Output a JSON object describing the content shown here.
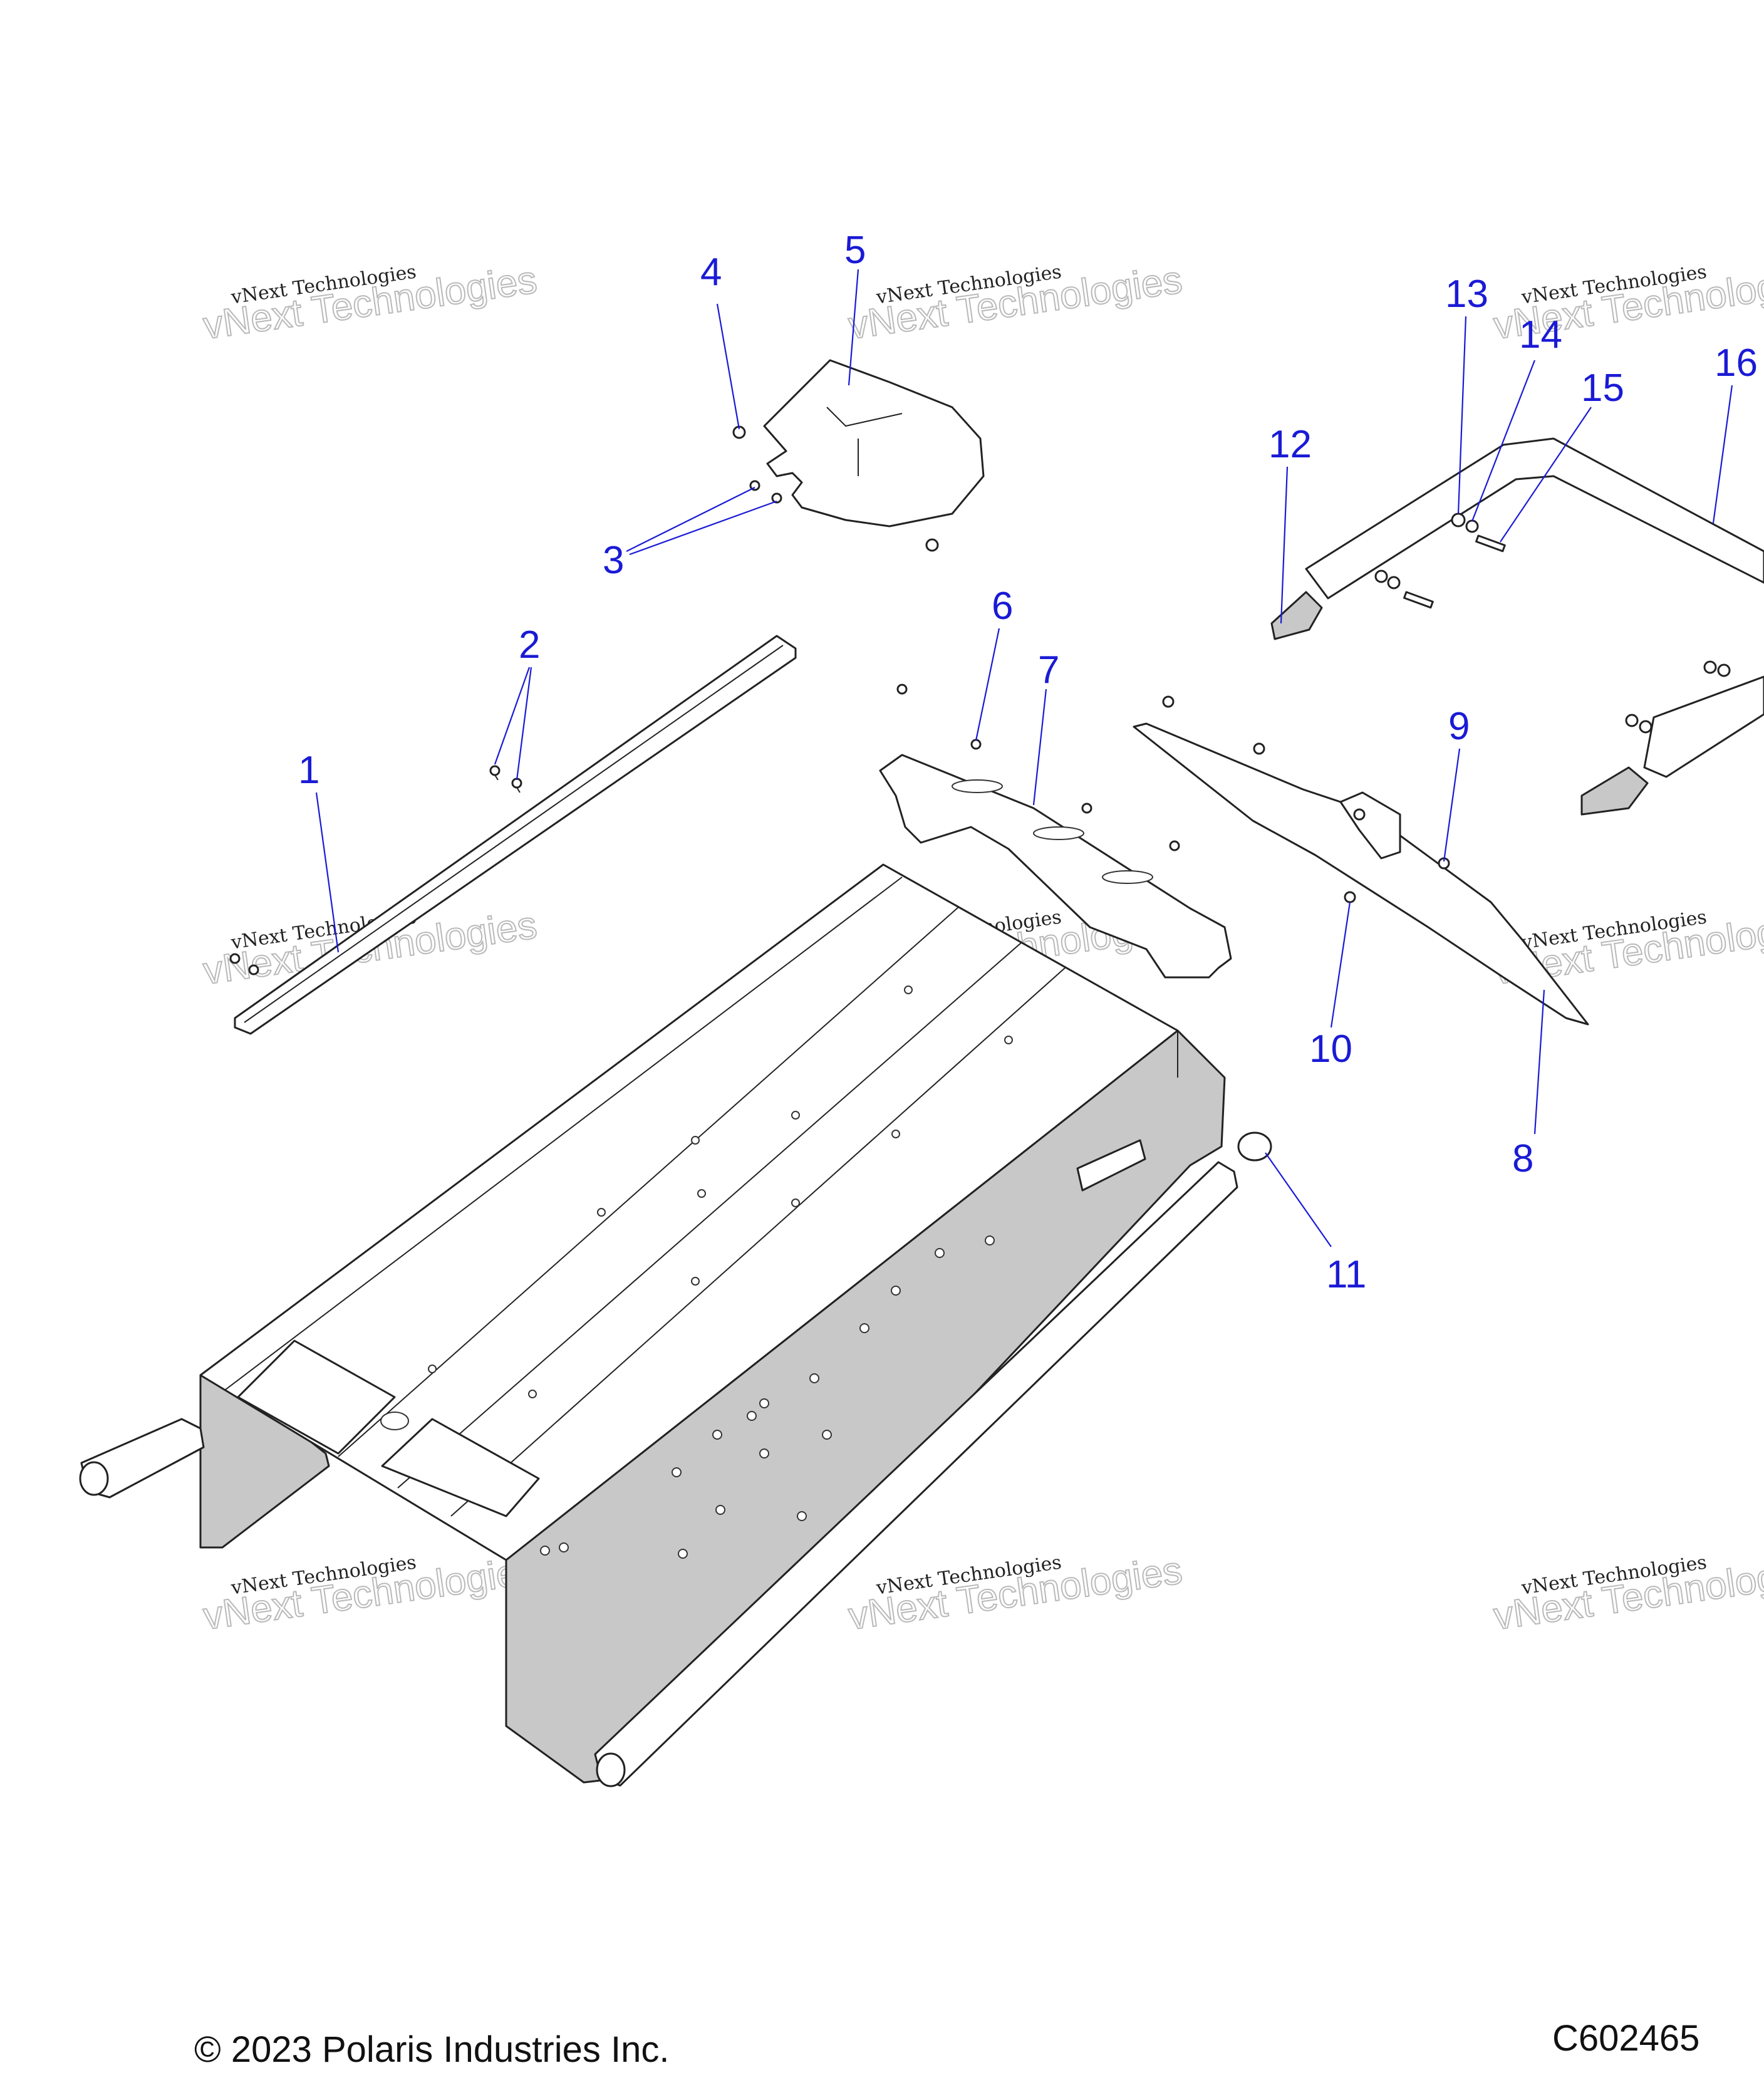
{
  "callouts": [
    {
      "label": "1"
    },
    {
      "label": "2"
    },
    {
      "label": "3"
    },
    {
      "label": "4"
    },
    {
      "label": "5"
    },
    {
      "label": "6"
    },
    {
      "label": "7"
    },
    {
      "label": "8"
    },
    {
      "label": "9"
    },
    {
      "label": "10"
    },
    {
      "label": "11"
    },
    {
      "label": "12"
    },
    {
      "label": "13"
    },
    {
      "label": "14"
    },
    {
      "label": "15"
    },
    {
      "label": "16"
    }
  ],
  "watermark": {
    "line1": "vNext Technologies",
    "line2": "vNext Technologies"
  },
  "footer": {
    "copyright": "© 2023 Polaris Industries Inc.",
    "figure_id": "C602465"
  },
  "colors": {
    "callout": "#1a1ad6",
    "panel_shade": "#c8c8c8",
    "line": "#222222"
  }
}
